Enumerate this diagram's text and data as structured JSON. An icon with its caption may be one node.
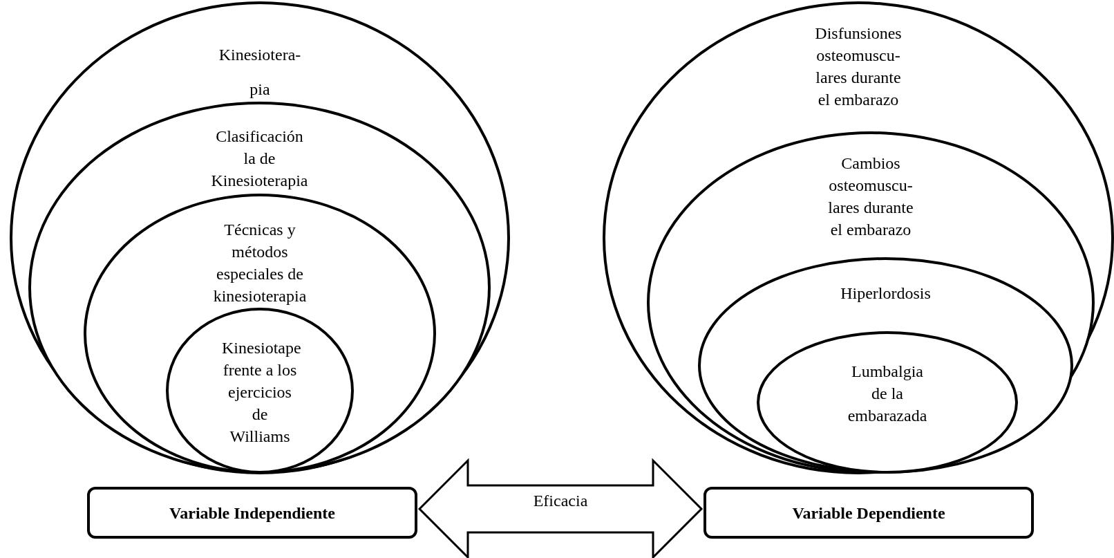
{
  "diagram": {
    "nodes": [
      {
        "text": [
          "Kinesiotera- pia"
        ]
      },
      {
        "text": [
          "Clasificación la de Kinesioterapia"
        ],
        "in": 0
      },
      {
        "text": [
          "Técnicas y métodos especiales de kinesioterapia"
        ],
        "in": 1
      },
      {
        "text": [
          "Kinesiotape frente a los ejercicios de Williams"
        ],
        "in": 2
      },
      {
        "text": [
          "Disfunsiones osteomuscu- lares durante el embarazo"
        ]
      },
      {
        "text": [
          "Cambios osteomuscu- lares durante el embarazo"
        ],
        "in": 4
      },
      {
        "text": [
          "Hiperlordosis"
        ],
        "in": 5
      },
      {
        "text": [
          "Lumbalgia de la embarazada"
        ],
        "in": 6
      },
      {
        "text": [
          "Variable Independiente"
        ]
      },
      {
        "text": [
          "Variable Dependiente"
        ]
      }
    ],
    "edges": [
      {
        "from": 8,
        "to": 9,
        "arrow": "both",
        "label": "Eficacia"
      }
    ]
  }
}
